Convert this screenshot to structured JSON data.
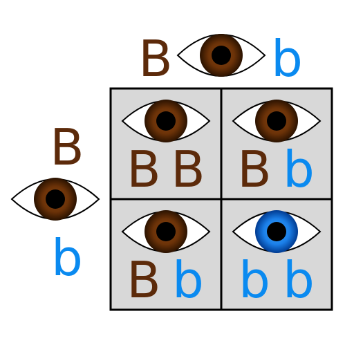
{
  "colors": {
    "dominant": "#5C2A0A",
    "recessive": "#0A8AF0",
    "brown_iris_inner": "#6B3208",
    "brown_iris_outer": "#2A1200",
    "blue_iris_inner": "#1B8CF5",
    "blue_iris_outer": "#003A90",
    "cell_fill": "#D8D8D8",
    "grid_stroke": "#000000"
  },
  "parent_top": {
    "allele_left": "B",
    "allele_right": "b",
    "eye_color": "brown"
  },
  "parent_left": {
    "allele_top": "B",
    "allele_bottom": "b",
    "eye_color": "brown"
  },
  "cells": [
    {
      "allele_1": "B",
      "allele_2": "B",
      "eye_color": "brown"
    },
    {
      "allele_1": "B",
      "allele_2": "b",
      "eye_color": "brown"
    },
    {
      "allele_1": "B",
      "allele_2": "b",
      "eye_color": "brown"
    },
    {
      "allele_1": "b",
      "allele_2": "b",
      "eye_color": "blue"
    }
  ]
}
